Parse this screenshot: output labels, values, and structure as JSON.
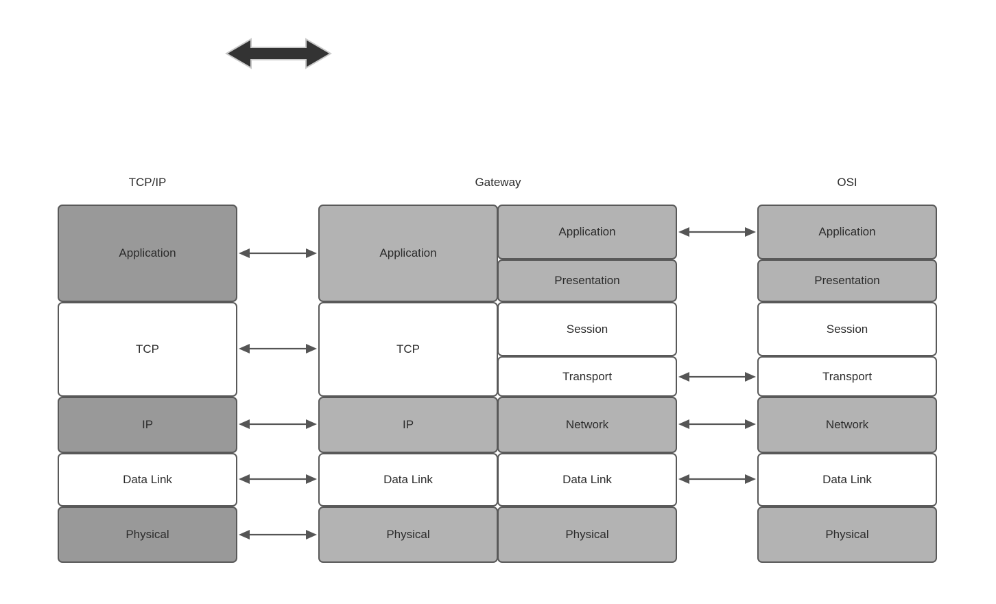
{
  "diagram": {
    "title_top_arrow": "bidirectional-arrow",
    "colors": {
      "fill_dark": "#999999",
      "fill_mid": "#b3b3b3",
      "fill_white": "#ffffff",
      "border": "#595959",
      "arrow": "#555555",
      "big_arrow": "#333333",
      "text": "#2b2b2b",
      "background": "#ffffff"
    }
  },
  "columns": {
    "tcpip": {
      "title": "TCP/IP",
      "layers": [
        {
          "label": "Application",
          "fill": "dark"
        },
        {
          "label": "TCP",
          "fill": "white"
        },
        {
          "label": "IP",
          "fill": "dark"
        },
        {
          "label": "Data Link",
          "fill": "white"
        },
        {
          "label": "Physical",
          "fill": "dark"
        }
      ]
    },
    "gateway": {
      "title": "Gateway",
      "left_layers": [
        {
          "label": "Application",
          "fill": "mid"
        },
        {
          "label": "TCP",
          "fill": "white"
        },
        {
          "label": "IP",
          "fill": "mid"
        },
        {
          "label": "Data Link",
          "fill": "white"
        },
        {
          "label": "Physical",
          "fill": "mid"
        }
      ],
      "right_layers": [
        {
          "label": "Application",
          "fill": "mid"
        },
        {
          "label": "Presentation",
          "fill": "mid"
        },
        {
          "label": "Session",
          "fill": "white"
        },
        {
          "label": "Transport",
          "fill": "white"
        },
        {
          "label": "Network",
          "fill": "mid"
        },
        {
          "label": "Data Link",
          "fill": "white"
        },
        {
          "label": "Physical",
          "fill": "mid"
        }
      ]
    },
    "osi": {
      "title": "OSI",
      "layers": [
        {
          "label": "Application",
          "fill": "mid"
        },
        {
          "label": "Presentation",
          "fill": "mid"
        },
        {
          "label": "Session",
          "fill": "white"
        },
        {
          "label": "Transport",
          "fill": "white"
        },
        {
          "label": "Network",
          "fill": "mid"
        },
        {
          "label": "Data Link",
          "fill": "white"
        },
        {
          "label": "Physical",
          "fill": "mid"
        }
      ]
    }
  },
  "connectors": {
    "left_group_label": "tcpip-to-gateway-arrows",
    "left_count": 5,
    "right_group_label": "gateway-to-osi-arrows",
    "right_count": 4
  }
}
